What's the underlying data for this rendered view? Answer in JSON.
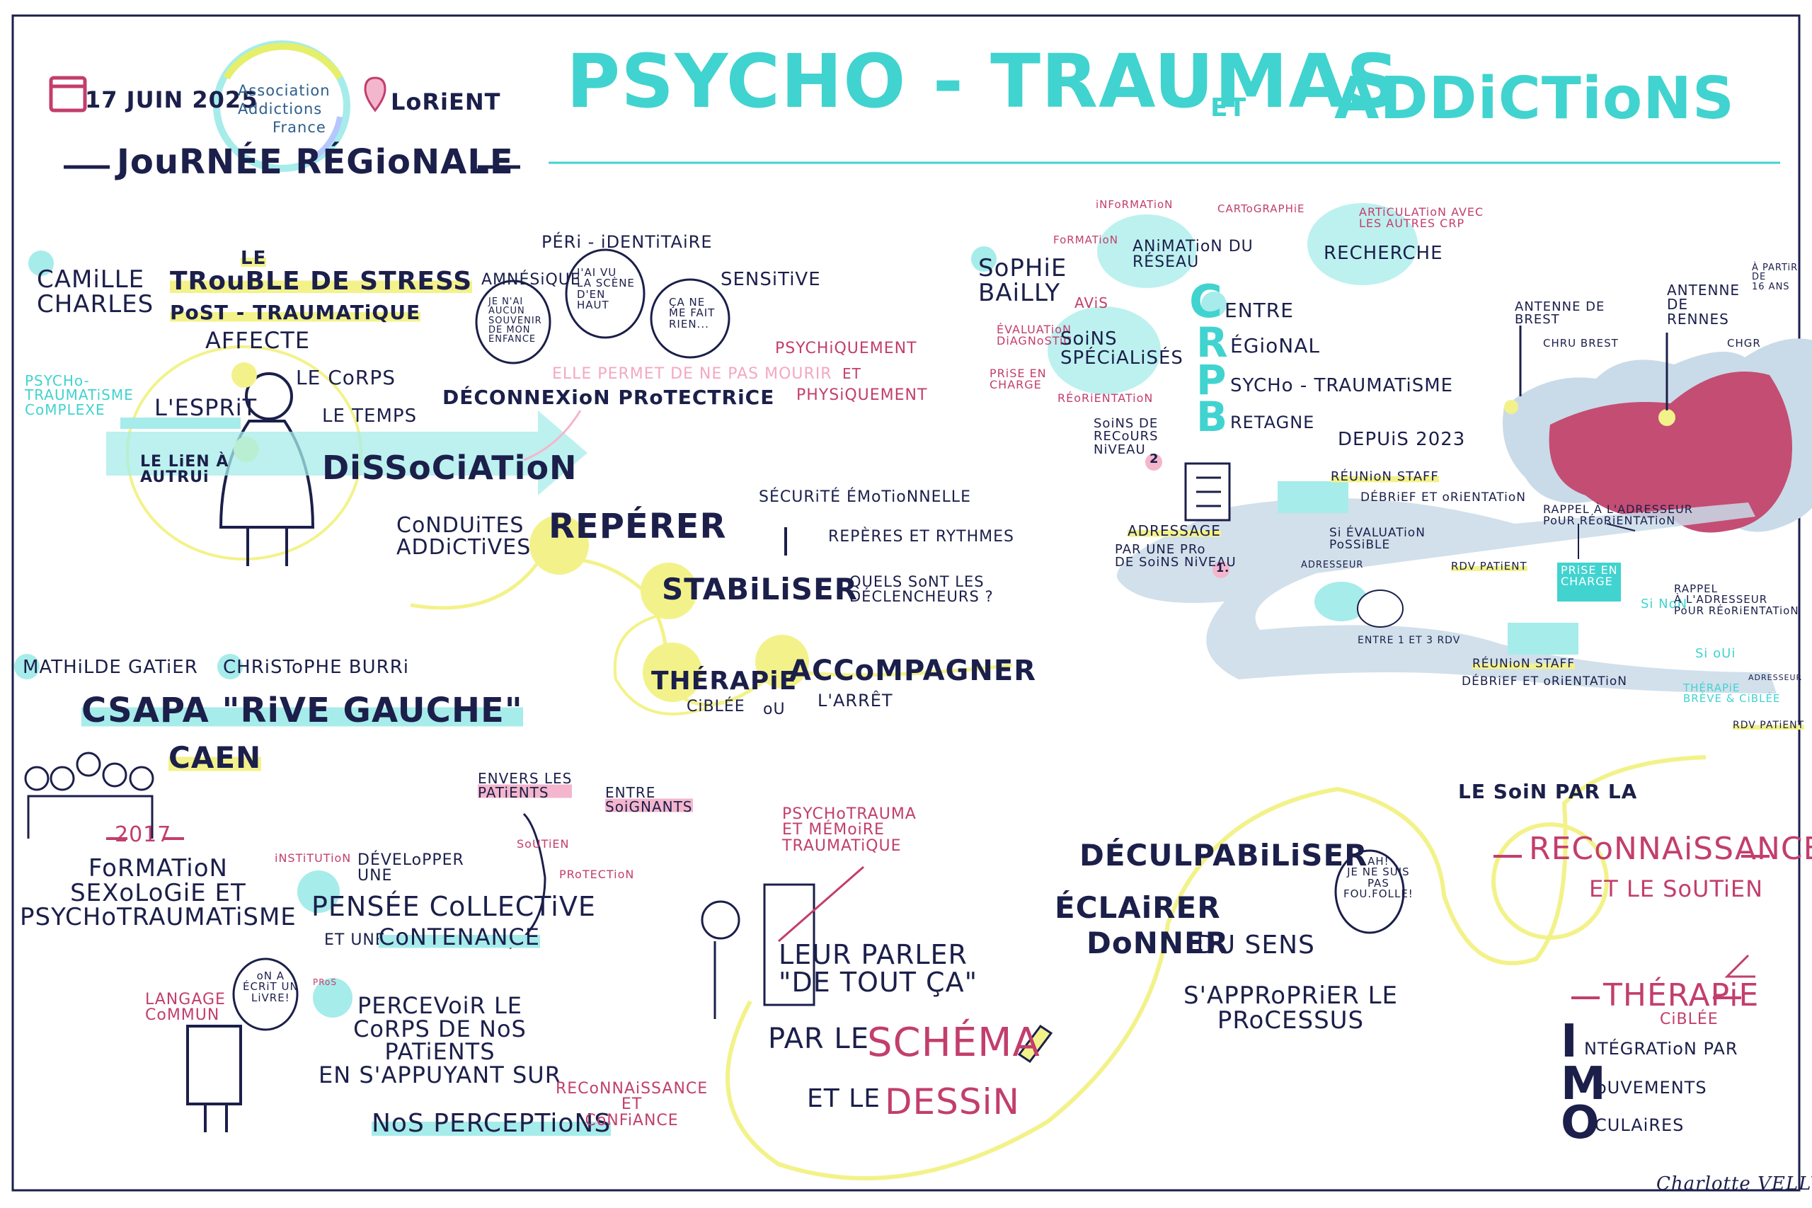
{
  "header": {
    "date": "17 JUIN 2025",
    "org_line1": "Association",
    "org_line2": "Addictions",
    "org_line3": "France",
    "location": "LoRiENT",
    "event": "JouRNÉE RÉGioNALE",
    "title_part1": "PSYCHO - TRAUMAS",
    "title_part2": "ET",
    "title_part3": "ADDiCTioNS"
  },
  "left_top": {
    "speaker": "CAMiLLE\nCHARLES",
    "le": "LE",
    "trouble": "TRouBLE DE STRESS",
    "post": "PoST - TRAUMATiQUE",
    "affecte": "AFFECTE",
    "psycho_trauma": "PSYCHo-\nTRAUMATiSME\nCoMPLEXE",
    "esprit": "L'ESPRiT",
    "corps": "LE CoRPS",
    "temps": "LE TEMPS",
    "lien": "LE LiEN À\nAUTRUi",
    "dissociation": "DiSSoCiATioN",
    "peri": "PÉRi - iDENTiTAiRE",
    "amnesique": "AMNÉSiQUE",
    "bubble1": "JE N'AI\nAUCUN\nSOUVENIR\nDE MON\nENFANCE",
    "bubble2": "J'AI VU\nLA SCÈNE\nD'EN\nHAUT",
    "bubble3": "ÇA NE\nME FAIT\nRIEN...",
    "sensitive": "SENSiTiVE",
    "permet": "ELLE PERMET DE NE PAS MOURIR",
    "psychiquement": "PSYCHiQUEMENT",
    "et": "ET",
    "physiquement": "PHYSiQUEMENT",
    "deconnexion": "DÉCONNEXioN PRoTECTRiCE",
    "conduites": "CoNDUiTES\nADDiCTiVES",
    "reperer": "REPÉRER",
    "securite": "SÉCURiTÉ ÉMoTioNNELLE",
    "reperes": "REPÈRES ET RYTHMES",
    "stabiliser": "STABiLiSER",
    "declencheurs": "QUELS SoNT LES\nDÉCLENCHEURS ?",
    "therapie": "THÉRAPiE",
    "ciblee": "CiBLÉE",
    "ou": "oU",
    "accompagner": "ACCoMPAGNER",
    "arret": "L'ARRÊT"
  },
  "right_top": {
    "speaker": "SoPHiE\nBAiLLY",
    "information": "iNFoRMATioN",
    "cartographie": "CARToGRAPHiE",
    "formation": "FoRMATioN",
    "animation": "ANiMATioN DU\nRÉSEAU",
    "recherche": "RECHERCHE",
    "articulation": "ARTiCULATioN AVEC\nLES AUTRES CRP",
    "avis": "AViS",
    "evaluation": "ÉVALUATioN\nDiAGNoSTiC",
    "soins_spe": "SoiNS\nSPÉCiALiSÉS",
    "prise": "PRiSE EN\nCHARGE",
    "reorientation": "RÉoRiENTATioN",
    "soins_recours": "SoiNS DE\nRECoURS\nNiVEAU",
    "niveau2": "2",
    "c_letter": "C",
    "centre": "ENTRE",
    "r_letter": "R",
    "regional": "ÉGioNAL",
    "p_letter": "P",
    "psycho": "SYCHo - TRAUMATiSME",
    "b_letter": "B",
    "bretagne": "RETAGNE",
    "depuis": "DEPUiS 2023",
    "antenne_brest": "ANTENNE DE\nBREST",
    "chu": "CHRU BREST",
    "antenne_rennes": "ANTENNE\nDE\nRENNES",
    "chgr": "CHGR",
    "a_partir": "À PARTiR\nDE\n16 ANS",
    "reunion1": "RÉUNioN STAFF",
    "debrief1": "DÉBRiEF ET oRiENTATioN",
    "adressage": "ADRESSAGE",
    "par_pro": "PAR UNE PRo\nDE SoiNS NiVEAU",
    "niveau1": "1.",
    "si_eval": "Si ÉVALUATioN\nPoSSiBLE",
    "rappel1": "RAPPEL À L'ADRESSEUR\nPoUR RÉoRiENTATioN",
    "adresseur": "ADRESSEUR",
    "rdv1": "RDV PATiENT",
    "prise_charge": "PRiSE EN\nCHARGE",
    "si_non": "Si NoN",
    "rappel2": "RAPPEL\nÀ L'ADRESSEUR\nPoUR RÉoRiENTATioN",
    "entre": "ENTRE 1 ET 3 RDV",
    "reunion2": "RÉUNioN STAFF",
    "debrief2": "DÉBRiEF ET oRiENTATioN",
    "si_oui": "Si oUi",
    "adresseur2": "ADRESSEUR",
    "therapie_breve": "THÉRAPiE\nBRÈVE & CiBLÉE",
    "rdv2": "RDV PATiENT"
  },
  "bottom_left": {
    "speaker1": "MATHiLDE GATiER",
    "speaker2": "CHRiSToPHE BURRi",
    "csapa": "CSAPA \"RiVE GAUCHE\"",
    "caen": "CAEN",
    "year": "2017",
    "formation": "FoRMATioN\nSEXoLoGiE ET\nPSYCHoTRAUMATiSME",
    "envers": "ENVERS LES\nPATiENTS",
    "entre_soignants": "ENTRE\nSoiGNANTS",
    "institution": "iNSTiTUTioN",
    "developper": "DÉVELoPPER\nUNE",
    "pensee": "PENSÉE CoLLECTiVE",
    "et_une": "ET UNE",
    "contenance": "CoNTENANCE",
    "soutien": "SoUTiEN",
    "protection": "PRoTECTioN",
    "langage": "LANGAGE\nCoMMUN",
    "bubble_livre": "oN A\nÉCRiT UN\nLiVRE!",
    "pros": "PRoS",
    "percevoir": "PERCEVoiR LE\nCoRPS DE NoS\nPATiENTS\nEN S'APPUYANT SUR",
    "nos_perceptions": "NoS PERCEPTioNS",
    "reconnaissance": "RECoNNAiSSANCE\nET\nCoNFiANCE"
  },
  "bottom_center": {
    "psychotrauma": "PSYCHoTRAUMA\nET MÉMoiRE\nTRAUMATiQUE",
    "leur_parler": "LEUR PARLER\n\"DE TOUT ÇA\"",
    "par_le": "PAR LE",
    "schema": "SCHÉMA",
    "et_le": "ET LE",
    "dessin": "DESSiN"
  },
  "bottom_right": {
    "deculpabiliser": "DÉCULPABiLiSER",
    "bubble_folle": "AH!\nJE NE SUIS\nPAS\nFOU.FOLLE!",
    "eclairer": "ÉCLAiRER",
    "donner": "DoNNER",
    "sens": "DU SENS",
    "approprier": "S'APPRoPRiER LE\nPRoCESSUS",
    "soin_par": "LE SoiN PAR LA",
    "reconnaissance": "RECoNNAiSSANCE",
    "et_soutien": "ET LE SoUTiEN",
    "therapie": "THÉRAPiE",
    "ciblee": "CiBLÉE",
    "i_letter": "I",
    "integration": "NTÉGRATioN PAR",
    "m_letter": "M",
    "mouvements": "oUVEMENTS",
    "o_letter": "O",
    "oculaires": "CULAiRES",
    "signature": "Charlotte VELLY"
  },
  "colors": {
    "navy": "#1b1f4a",
    "pink": "#c23e6d",
    "teal": "#41d3cf",
    "yellow": "#f3f28a",
    "map_red": "#c44d73",
    "map_blue": "#c9dbe8"
  }
}
